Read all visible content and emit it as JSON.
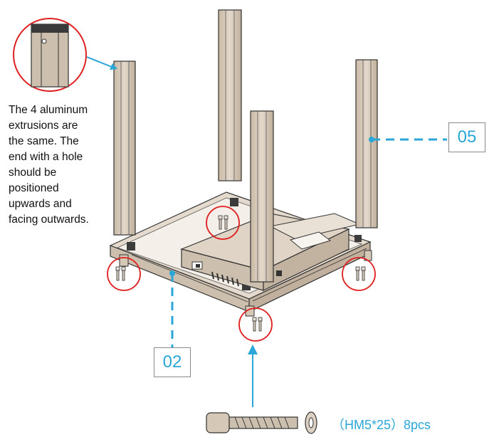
{
  "instruction_note": [
    "The 4 aluminum",
    "extrusions are",
    "the same. The",
    "end with a hole",
    "should be",
    "positioned",
    "upwards and",
    "facing outwards."
  ],
  "part_labels": {
    "extrusion_part_number": "05",
    "base_part_number": "02"
  },
  "screw_spec": {
    "label": "（HM5*25）8pcs"
  },
  "colors": {
    "accent": "#2aa6d8",
    "callout_circle": "#e02020",
    "part_fill": "#d6c8b6",
    "outline": "#333333"
  }
}
